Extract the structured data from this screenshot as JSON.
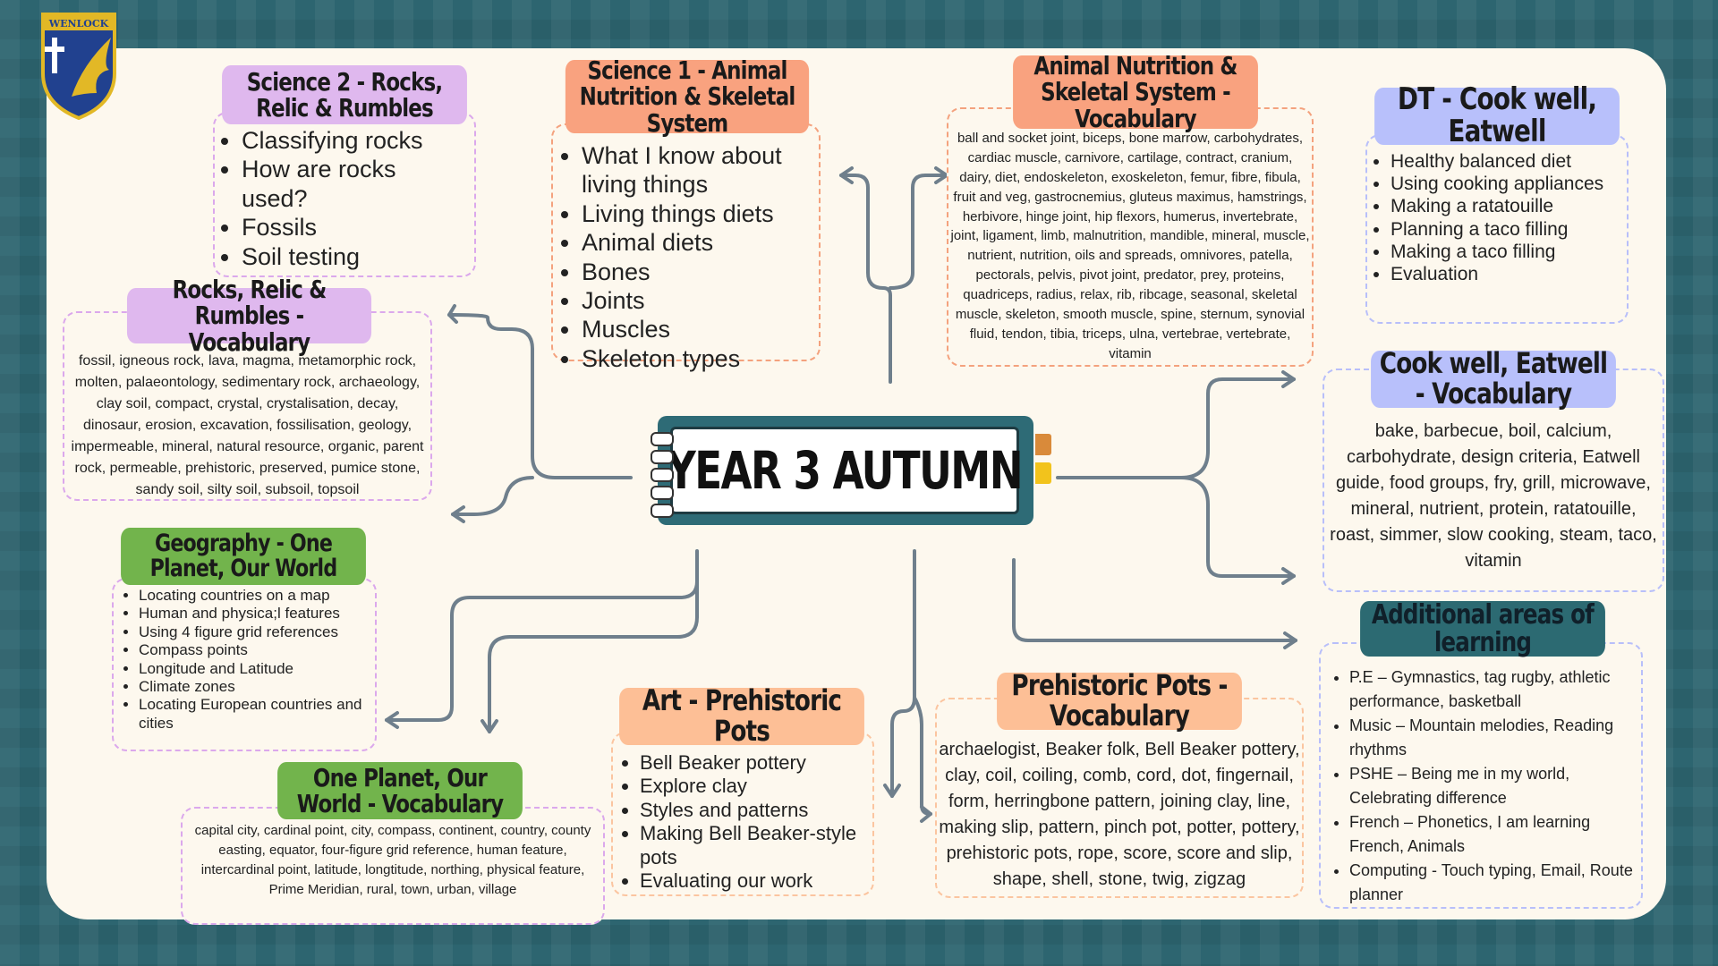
{
  "logo": {
    "text": "WENLOCK"
  },
  "central": {
    "title": "YEAR 3 AUTUMN"
  },
  "science2": {
    "title": "Science 2 - Rocks, Relic & Rumbles",
    "items": [
      "Classifying rocks",
      "How are rocks used?",
      "Fossils",
      "Soil testing"
    ]
  },
  "rocks_vocab": {
    "title": "Rocks, Relic & Rumbles - Vocabulary",
    "text": "fossil, igneous rock, lava, magma, metamorphic rock, molten, palaeontology, sedimentary rock, archaeology, clay soil, compact, crystal, crystalisation, decay, dinosaur, erosion, excavation, fossilisation, geology, impermeable, mineral, natural resource, organic, parent rock, permeable, prehistoric, preserved, pumice stone, sandy soil, silty soil, subsoil, topsoil"
  },
  "science1": {
    "title": "Science 1 - Animal Nutrition & Skeletal System",
    "items": [
      "What I know about living things",
      "Living things diets",
      "Animal diets",
      "Bones",
      "Joints",
      "Muscles",
      "Skeleton types"
    ]
  },
  "animal_vocab": {
    "title": "Animal Nutrition & Skeletal System - Vocabulary",
    "text": "ball and socket joint, biceps, bone marrow, carbohydrates, cardiac muscle, carnivore, cartilage, contract, cranium, dairy, diet, endoskeleton, exoskeleton, femur, fibre, fibula, fruit and veg, gastrocnemius, gluteus maximus, hamstrings, herbivore, hinge joint, hip flexors, humerus, invertebrate, joint, ligament, limb, malnutrition, mandible,  mineral, muscle, nutrient, nutrition, oils and spreads, omnivores, patella, pectorals, pelvis, pivot joint, predator, prey, proteins, quadriceps, radius, relax, rib, ribcage, seasonal, skeletal muscle, skeleton, smooth muscle, spine, sternum, synovial fluid, tendon, tibia, triceps, ulna, vertebrae, vertebrate, vitamin"
  },
  "dt": {
    "title": "DT - Cook well, Eatwell",
    "items": [
      "Healthy balanced diet",
      "Using cooking appliances",
      "Making a ratatouille",
      "Planning a taco filling",
      "Making a taco filling",
      "Evaluation"
    ]
  },
  "cook_vocab": {
    "title": "Cook well, Eatwell - Vocabulary",
    "text": "bake, barbecue, boil, calcium, carbohydrate, design criteria, Eatwell guide, food groups, fry, grill, microwave, mineral, nutrient, protein, ratatouille, roast, simmer, slow cooking, steam, taco, vitamin"
  },
  "geography": {
    "title": "Geography - One Planet, Our World",
    "items": [
      "Locating countries on a map",
      "Human and physica;l features",
      "Using 4 figure grid references",
      "Compass points",
      "Longitude and Latitude",
      "Climate zones",
      "Locating European countries and cities"
    ]
  },
  "planet_vocab": {
    "title": "One Planet, Our World - Vocabulary",
    "line1": "capital city, cardinal point, city, compass, continent, country, county",
    "line2": "easting,  equator, four-figure grid reference, human feature, intercardinal point, latitude, longtitude, northing, physical feature, Prime Meridian, rural, town, urban, village"
  },
  "art": {
    "title": "Art - Prehistoric Pots",
    "items": [
      "Bell Beaker pottery",
      "Explore clay",
      "Styles and patterns",
      "Making Bell Beaker-style pots",
      "Evaluating our work"
    ]
  },
  "pots_vocab": {
    "title": "Prehistoric Pots - Vocabulary",
    "text": "archaelogist, Beaker folk, Bell Beaker pottery, clay, coil, coiling, comb, cord, dot, fingernail, form, herringbone pattern, joining clay, line, making slip, pattern, pinch pot, potter, pottery, prehistoric pots, rope, score, score and slip, shape, shell, stone, twig, zigzag"
  },
  "additional": {
    "title": "Additional areas of learning",
    "items": [
      "P.E –  Gymnastics, tag rugby, athletic performance, basketball",
      "Music – Mountain melodies, Reading rhythms",
      "PSHE – Being me in my world, Celebrating difference",
      "French – Phonetics, I am learning French, Animals",
      "Computing - Touch typing, Email, Route planner"
    ]
  }
}
